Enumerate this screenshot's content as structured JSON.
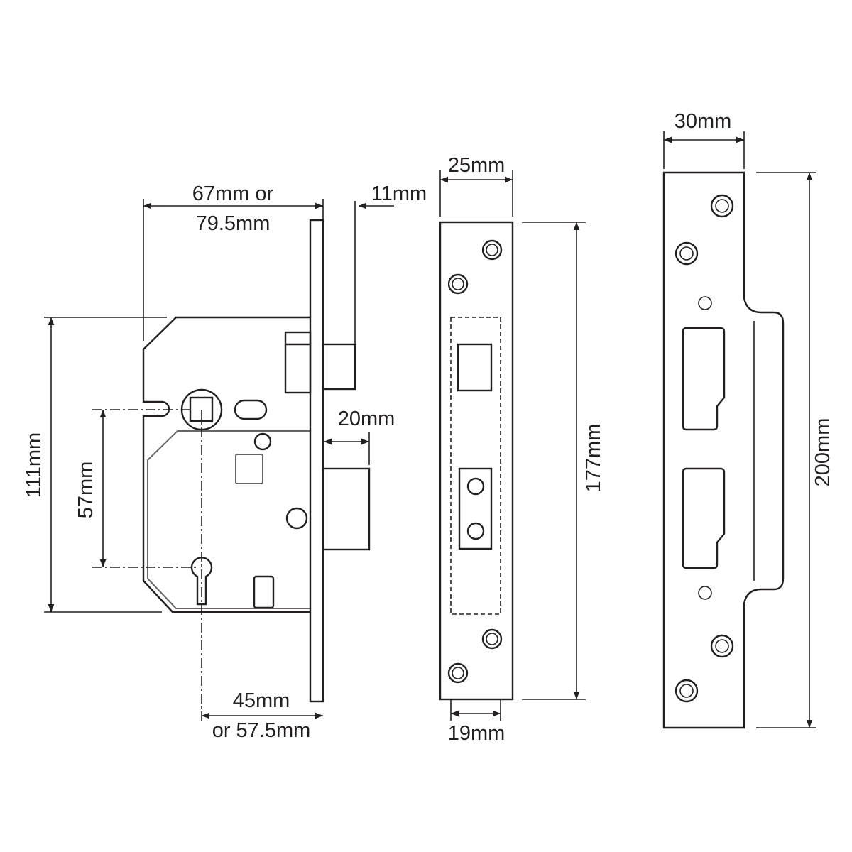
{
  "lock_case": {
    "backset_label_line1": "67mm or",
    "backset_label_line2": "79.5mm",
    "forend_thickness_label": "11mm",
    "height_label": "111mm",
    "centres_label": "57mm",
    "bolt_throw_label": "20mm",
    "backset_lower_line1": "45mm",
    "backset_lower_line2": "or 57.5mm"
  },
  "forend": {
    "width_label": "25mm",
    "height_label": "177mm",
    "case_width_label": "19mm"
  },
  "strike_plate": {
    "width_label": "30mm",
    "height_label": "200mm"
  },
  "colors": {
    "line": "#231f20",
    "background": "#ffffff"
  }
}
